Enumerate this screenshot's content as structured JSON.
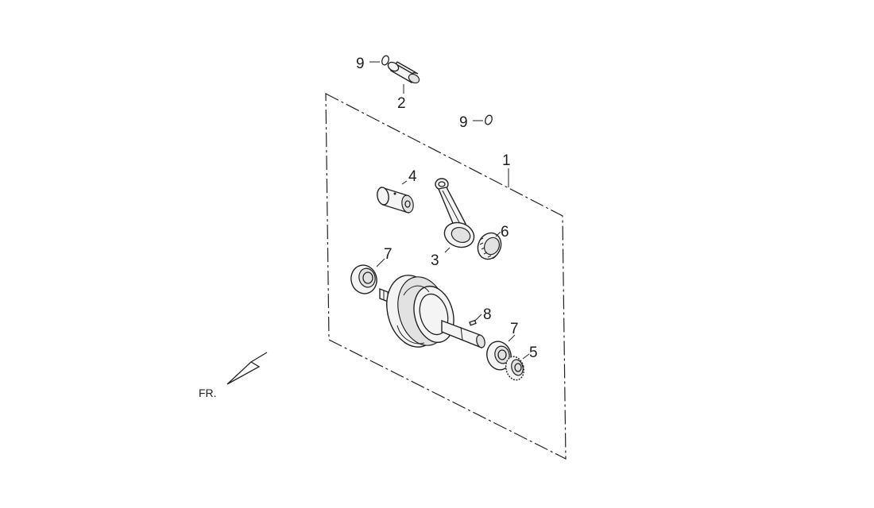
{
  "diagram": {
    "labels": {
      "p1": "1",
      "p2": "2",
      "p3": "3",
      "p4": "4",
      "p5": "5",
      "p6": "6",
      "p7a": "7",
      "p7b": "7",
      "p8": "8",
      "p9a": "9",
      "p9b": "9"
    },
    "direction_label": "FR."
  }
}
